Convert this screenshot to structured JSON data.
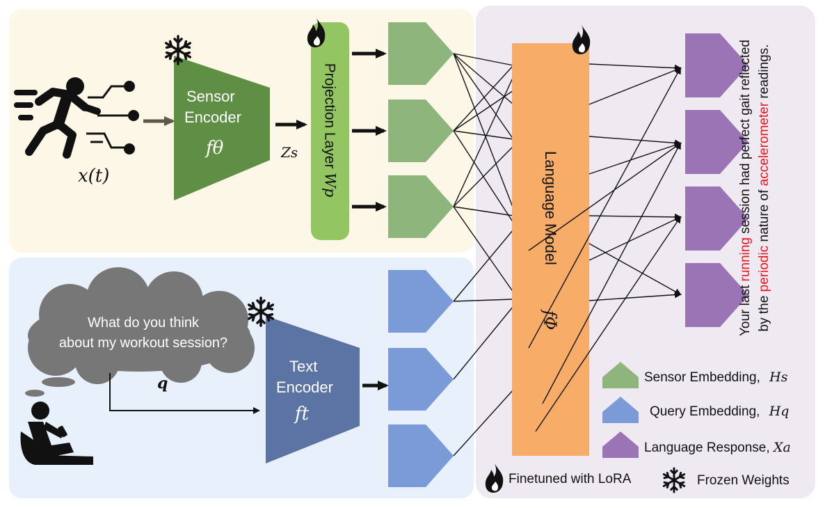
{
  "sensor_panel": {
    "input_label": "x(t)",
    "encoder_line1": "Sensor",
    "encoder_line2": "Encoder",
    "encoder_symbol": "fθ",
    "latent_symbol": "Zs",
    "projection_label": "Projection Layer",
    "projection_symbol": "Wp"
  },
  "query_panel": {
    "question_line1": "What do you think",
    "question_line2": "about my workout session?",
    "query_symbol": "q",
    "encoder_line1": "Text",
    "encoder_line2": "Encoder",
    "encoder_symbol": "ft"
  },
  "lm_panel": {
    "lm_label": "Language Model",
    "lm_symbol": "fΦ",
    "response_parts": [
      {
        "text": "Your last ",
        "color": "#111111"
      },
      {
        "text": "running",
        "color": "#e8141c"
      },
      {
        "text": " session had perfect gait reflected",
        "color": "#111111"
      }
    ],
    "response_parts2": [
      {
        "text": "by the ",
        "color": "#111111"
      },
      {
        "text": "periodic",
        "color": "#e8141c"
      },
      {
        "text": " nature of ",
        "color": "#111111"
      },
      {
        "text": "accelerometer",
        "color": "#e8141c"
      },
      {
        "text": " readings.",
        "color": "#111111"
      }
    ]
  },
  "legend": {
    "sensor_label": "Sensor Embedding,",
    "sensor_symbol": "Hs",
    "query_label": "Query Embedding,",
    "query_symbol": "Hq",
    "response_label": "Language Response,",
    "response_symbol": "Xa",
    "finetuned_label": "Finetuned with LoRA",
    "frozen_label": "Frozen Weights"
  },
  "colors": {
    "sensor_bg": "#fdf7e7",
    "query_bg": "#e7f0fb",
    "lm_bg": "#efeaf1",
    "sensor_encoder": "#5f8f45",
    "projection": "#93c562",
    "sensor_embedding": "#8db57c",
    "text_encoder": "#5b74a3",
    "query_embedding": "#7b9bd8",
    "language_model": "#f7ad68",
    "response": "#9a74b5",
    "accent_red": "#e8141c"
  },
  "icons": [
    "runner-sensor-icon",
    "person-phone-icon",
    "thought-cloud-icon",
    "snowflake-icon",
    "flame-icon"
  ]
}
